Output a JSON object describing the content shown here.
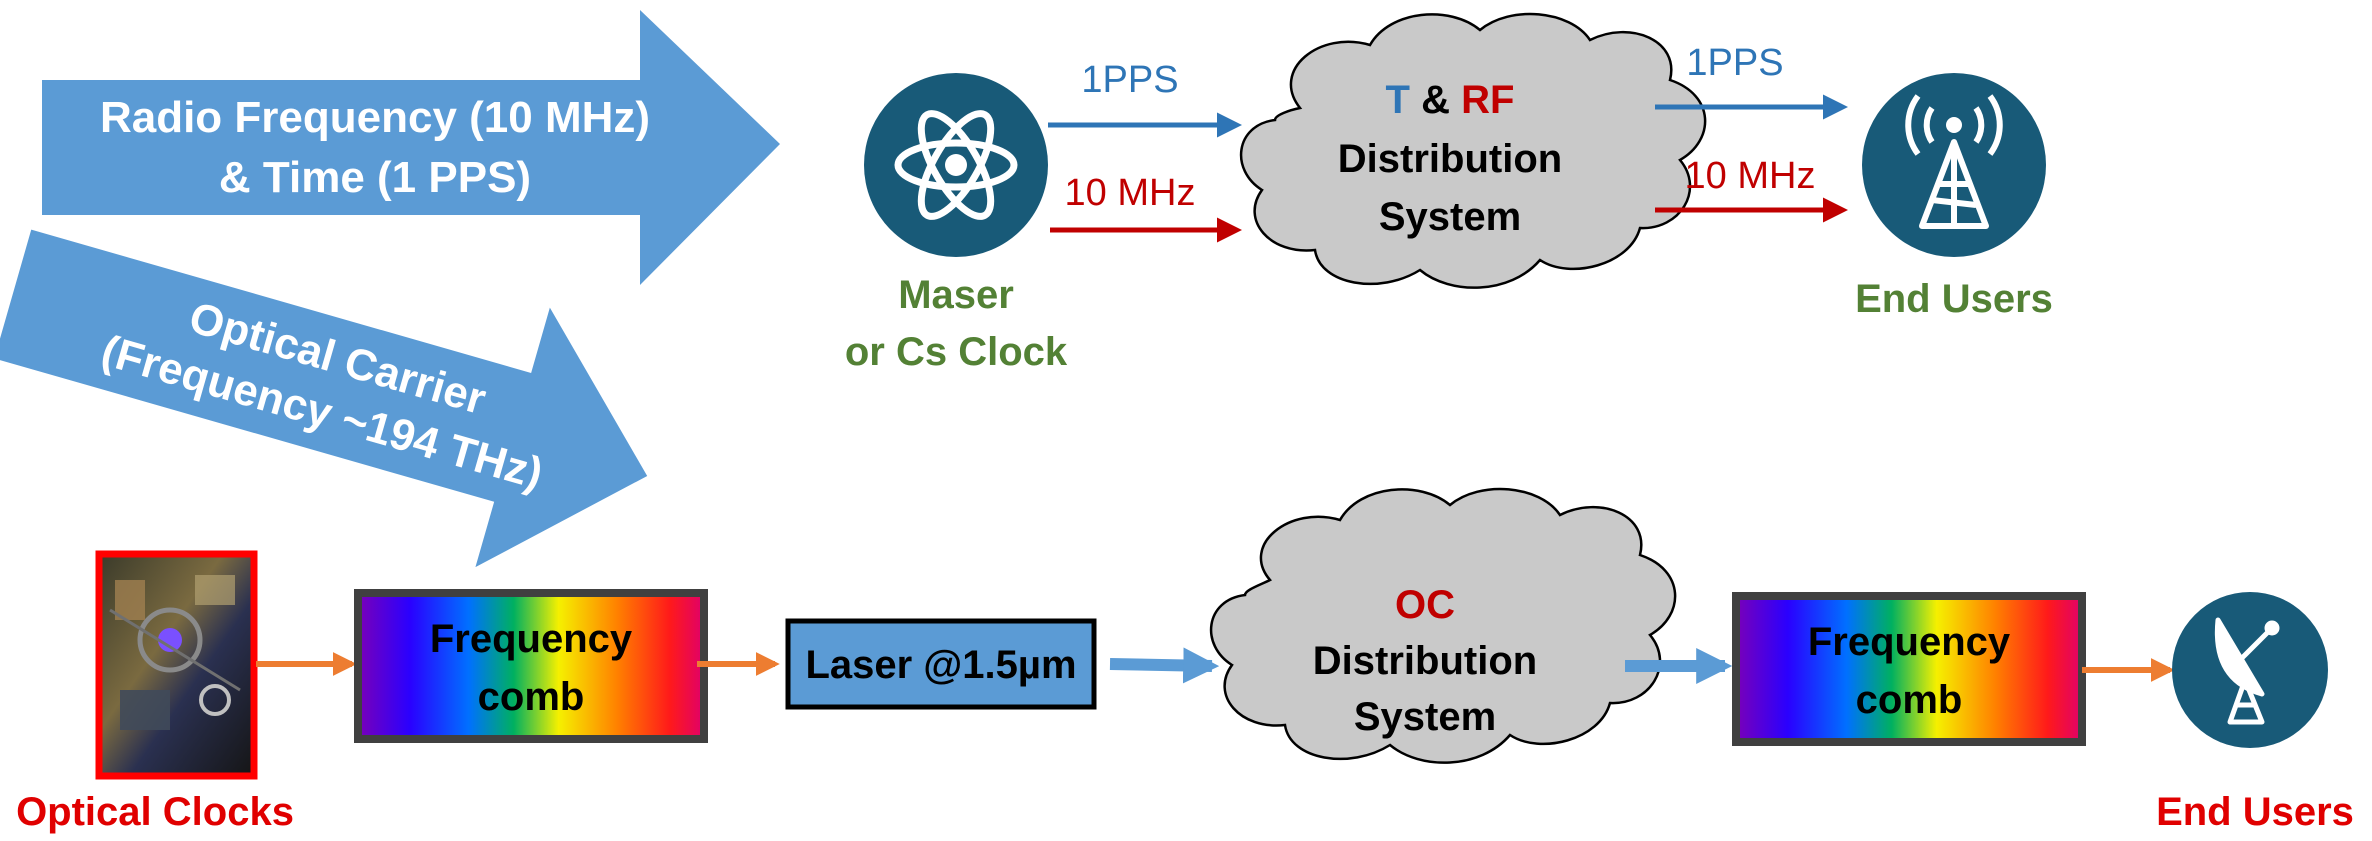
{
  "colors": {
    "arrow_fill": "#5b9bd5",
    "circle_fill": "#185a78",
    "cloud_fill": "#c9c9c9",
    "green_label": "#538135",
    "pps_blue": "#2e75b6",
    "mhz_red": "#c00000",
    "optical_red": "#e00000",
    "t_blue": "#2e75b6",
    "rf_red": "#c00000",
    "orange_arrow": "#ed7d31",
    "comb_border": "#404040"
  },
  "top_row": {
    "big_arrow": {
      "line1": "Radio Frequency (10 MHz)",
      "line2": "& Time (1 PPS)"
    },
    "source": {
      "icon": "atom-icon",
      "line1": "Maser",
      "line2": "or Cs Clock"
    },
    "in_signal_1": "1PPS",
    "in_signal_2": "10 MHz",
    "cloud": {
      "t": "T",
      "amp": " & ",
      "rf": "RF",
      "line2": "Distribution",
      "line3": "System"
    },
    "out_signal_1": "1PPS",
    "out_signal_2": "10 MHz",
    "end": {
      "icon": "antenna-tower-icon",
      "label": "End Users"
    }
  },
  "bottom_row": {
    "tilted_arrow": {
      "line1": "Optical Carrier",
      "line2": "(Frequency ~194 THz)"
    },
    "source": {
      "image": "optical-clock-photo",
      "label": "Optical Clocks"
    },
    "comb_1": {
      "line1": "Frequency",
      "line2": "comb"
    },
    "laser": "Laser @1.5µm",
    "cloud": {
      "line1": "OC",
      "line2": "Distribution",
      "line3": "System"
    },
    "comb_2": {
      "line1": "Frequency",
      "line2": "comb"
    },
    "end": {
      "icon": "satellite-dish-icon",
      "label": "End Users"
    }
  }
}
